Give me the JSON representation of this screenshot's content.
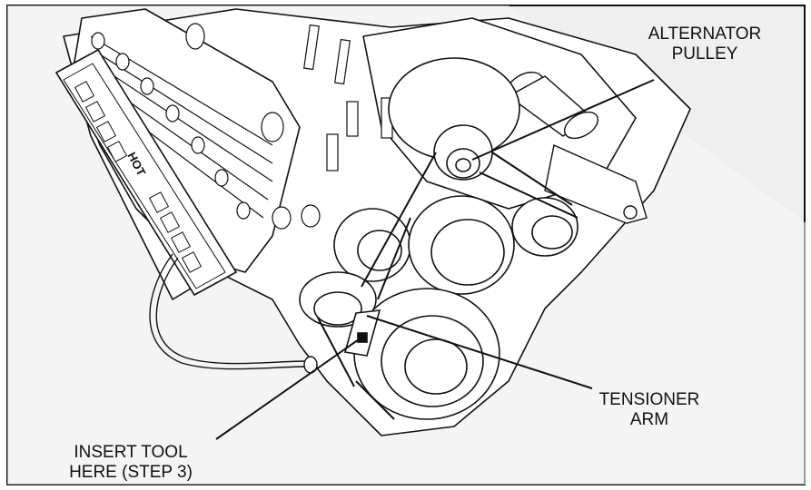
{
  "callouts": {
    "alternator_pulley": {
      "line1": "ALTERNATOR",
      "line2": "PULLEY"
    },
    "tensioner_arm": {
      "line1": "TENSIONER",
      "line2": "ARM"
    },
    "insert_tool": {
      "line1": "INSERT TOOL",
      "line2": "HERE (STEP 3)"
    }
  },
  "engine": {
    "intake_marking": "HOT"
  },
  "colors": {
    "background": "#ffffff",
    "panel": "#ececec",
    "ink": "#111111",
    "metal_fill": "#ffffff"
  }
}
